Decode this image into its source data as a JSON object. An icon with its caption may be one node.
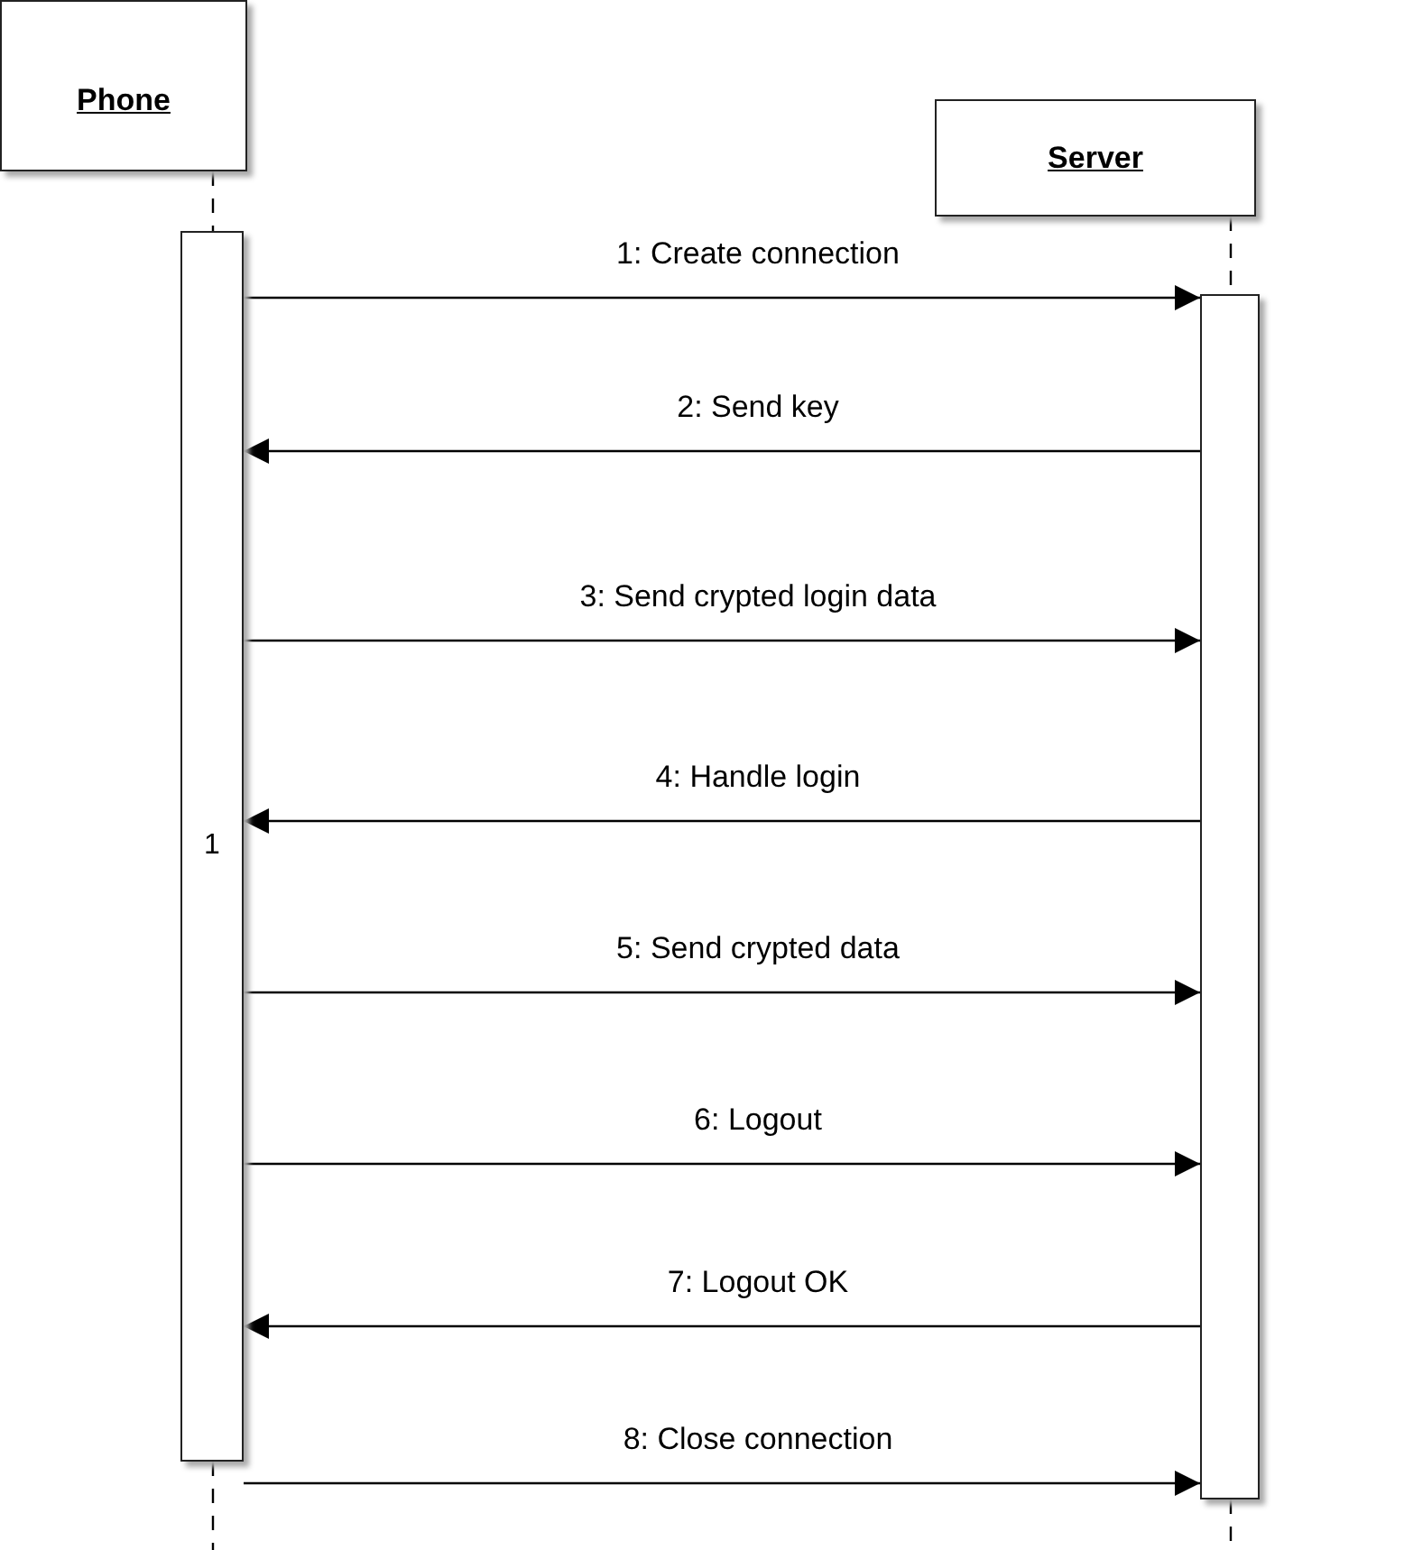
{
  "diagram": {
    "nodes": [
      {
        "text": [
          "Phone"
        ]
      },
      {
        "text": [
          "Server"
        ]
      },
      {
        "text": [
          "1"
        ]
      },
      {
        "text": [],
        "shape": "bar"
      }
    ],
    "edges": [
      {
        "from": 2,
        "to": 3,
        "arrow": "to",
        "label": "1: Create connection"
      },
      {
        "from": 3,
        "to": 2,
        "arrow": "to",
        "label": "2: Send key"
      },
      {
        "from": 2,
        "to": 3,
        "arrow": "to",
        "label": "3: Send crypted login data"
      },
      {
        "from": 3,
        "to": 2,
        "arrow": "to",
        "label": "4: Handle login"
      },
      {
        "from": 2,
        "to": 3,
        "arrow": "to",
        "label": "5: Send crypted data"
      },
      {
        "from": 2,
        "to": 3,
        "arrow": "to",
        "label": "6: Logout"
      },
      {
        "from": 3,
        "to": 2,
        "arrow": "to",
        "label": "7: Logout OK"
      },
      {
        "from": 2,
        "to": 3,
        "arrow": "to",
        "label": "8: Close connection"
      },
      {
        "from": 0,
        "to": 2,
        "arrow": "none",
        "style": "dashed"
      },
      {
        "from": 1,
        "to": 3,
        "arrow": "none",
        "style": "dashed"
      },
      {
        "from": 2,
        "to": null,
        "arrow": "none",
        "style": "dashed"
      },
      {
        "from": 3,
        "to": null,
        "arrow": "none",
        "style": "dashed"
      }
    ]
  }
}
